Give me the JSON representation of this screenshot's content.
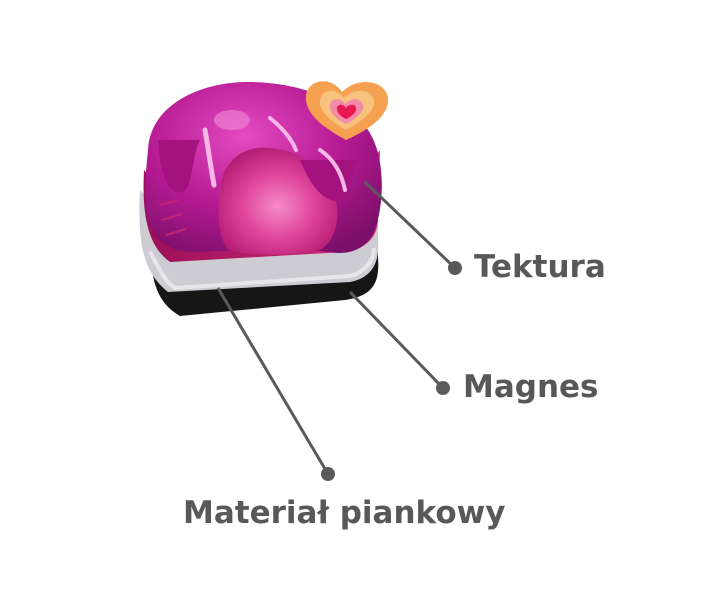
{
  "labels": {
    "cardboard": "Tektura",
    "magnet": "Magnes",
    "foam": "Materiał piankowy"
  },
  "colors": {
    "label_text": "#585858",
    "leader_line": "#5a5a5a",
    "magnet_layer": "#1a1a1a",
    "foam_layer": "#cfcfd4",
    "dome": "#b0178f",
    "dome_highlight": "#e43db9",
    "inner_pink": "#e2479d",
    "heart_outer": "#f7a254",
    "heart_inner": "#e8174f"
  }
}
